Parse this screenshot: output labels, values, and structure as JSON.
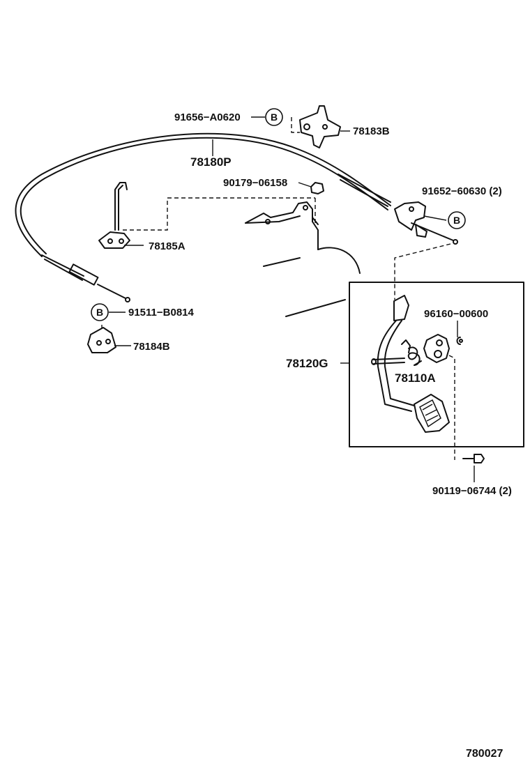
{
  "diagram_id": "780027",
  "callout_letter": "B",
  "parts": {
    "p91656": "91656−A0620",
    "p78183B": "78183B",
    "p78180P": "78180P",
    "p90179": "90179−06158",
    "p91652": "91652−60630 (2)",
    "p78185A": "78185A",
    "p91511": "91511−B0814",
    "p78184B": "78184B",
    "p96160": "96160−00600",
    "p78120G": "78120G",
    "p78110A": "78110A",
    "p90119": "90119−06744 (2)"
  },
  "icons": [
    "cable",
    "bracket",
    "pedal",
    "bolt",
    "nut",
    "spring",
    "clip"
  ]
}
